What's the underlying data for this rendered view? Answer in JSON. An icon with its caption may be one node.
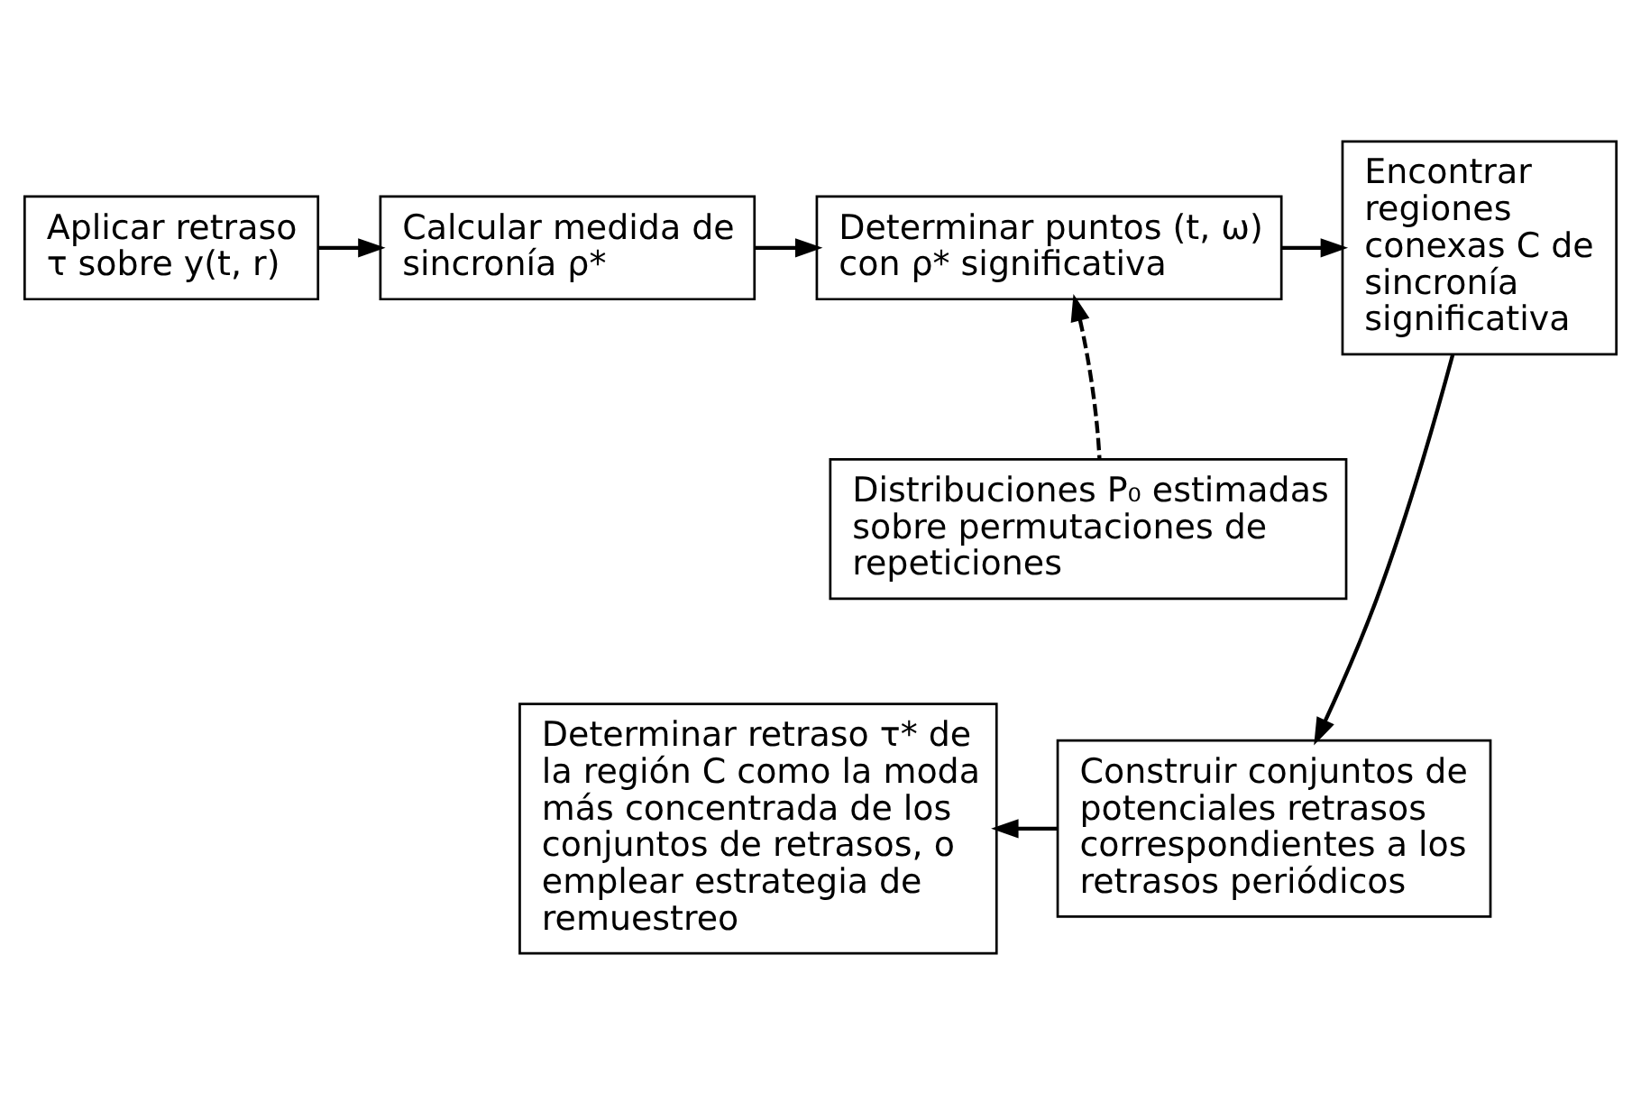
{
  "diagram": {
    "nodes": [
      {
        "text": [
          "Aplicar retraso τ sobre y(t, r)"
        ]
      },
      {
        "text": [
          "Calcular medida de sincronía ρ*"
        ]
      },
      {
        "text": [
          "Determinar puntos (t, ω) con ρ* significativa"
        ]
      },
      {
        "text": [
          "Encontrar regiones conexas C de sincronía significativa"
        ]
      },
      {
        "text": [
          "Distribuciones P₀ estimadas sobre permutaciones de repeticiones"
        ]
      },
      {
        "text": [
          "Construir conjuntos de potenciales retrasos correspondientes a los retrasos periódicos"
        ]
      },
      {
        "text": [
          "Determinar retraso τ* de la región C como la moda más concentrada de los conjuntos de retrasos, o emplear estrategia de remuestreo"
        ]
      }
    ],
    "edges": [
      {
        "from": 0,
        "to": 1,
        "arrow": "to"
      },
      {
        "from": 1,
        "to": 2,
        "arrow": "to"
      },
      {
        "from": 2,
        "to": 3,
        "arrow": "to"
      },
      {
        "from": 4,
        "to": 2,
        "arrow": "to",
        "style": "dashed"
      },
      {
        "from": 3,
        "to": 5,
        "arrow": "to"
      },
      {
        "from": 5,
        "to": 6,
        "arrow": "to"
      }
    ]
  }
}
